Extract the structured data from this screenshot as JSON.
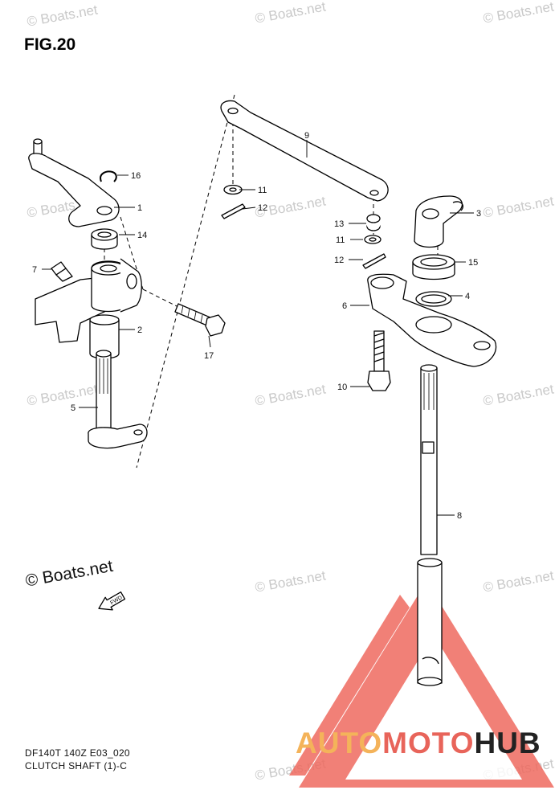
{
  "figure": {
    "title": "FIG.20",
    "footer_model": "DF140T 140Z E03_020",
    "footer_name": "CLUTCH SHAFT (1)-C",
    "copyright": "© Boats.net",
    "fwd_label": "FWD"
  },
  "watermark_text": "© Boats.net",
  "parts": [
    {
      "no": "1"
    },
    {
      "no": "2"
    },
    {
      "no": "3"
    },
    {
      "no": "4"
    },
    {
      "no": "5"
    },
    {
      "no": "6"
    },
    {
      "no": "7"
    },
    {
      "no": "8"
    },
    {
      "no": "9"
    },
    {
      "no": "10"
    },
    {
      "no": "11"
    },
    {
      "no": "11"
    },
    {
      "no": "12"
    },
    {
      "no": "12"
    },
    {
      "no": "13"
    },
    {
      "no": "14"
    },
    {
      "no": "15"
    },
    {
      "no": "16"
    },
    {
      "no": "17"
    }
  ],
  "brand": {
    "auto": "AUTO",
    "moto": "MOTO",
    "hub": "HUB",
    "colors": {
      "auto": "#f4b35a",
      "moto": "#e8645a",
      "hub": "#222222",
      "logo": "#ef6b60"
    }
  }
}
